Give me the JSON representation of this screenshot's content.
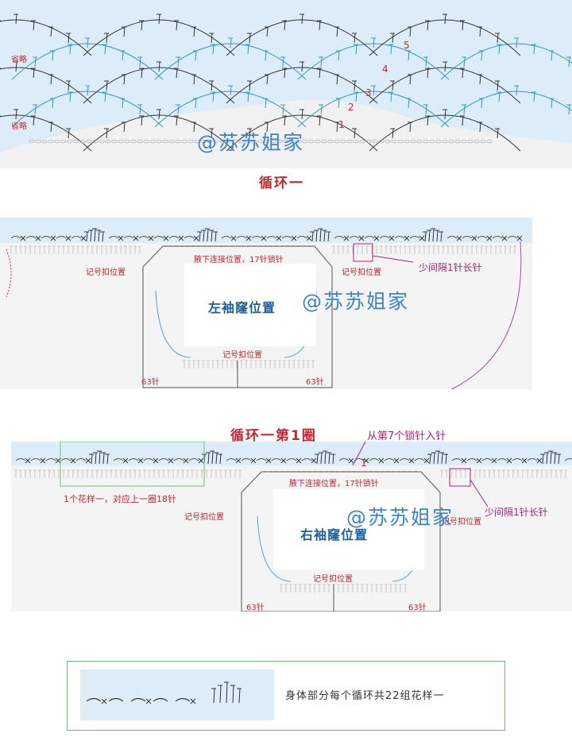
{
  "top_chart": {
    "omit_label_1": "省略",
    "omit_label_2": "省略",
    "row_numbers": [
      "1",
      "2",
      "3",
      "4",
      "5"
    ],
    "watermark": "@苏苏姐家"
  },
  "section1": {
    "title": "循环一",
    "underarm_label": "腋下连接位置，17针锁针",
    "marker_left": "记号扣位置",
    "marker_right": "记号扣位置",
    "marker_bottom": "记号扣位置",
    "annotation": "少间隔1针长针",
    "armhole_label": "左袖窿位置",
    "stitch_left": "63针",
    "stitch_right": "63针",
    "watermark": "@苏苏姐家"
  },
  "section2": {
    "title": "循环一第1圈",
    "start_note": "从第7个锁针入针",
    "row_number": "1",
    "pattern_note": "1个花样一，对应上一圈18针",
    "underarm_label": "腋下连接位置，17针锁针",
    "marker_left": "记号扣位置",
    "marker_right": "记号扣位置",
    "marker_bottom": "记号扣位置",
    "annotation": "少间隔1针长针",
    "armhole_label": "右袖窿位置",
    "stitch_left": "63针",
    "stitch_right": "63针",
    "watermark": "@苏苏姐家"
  },
  "legend": {
    "text": "身体部分每个循环共22组花样一"
  },
  "colors": {
    "accent_red": "#c0282e",
    "accent_magenta": "#a8247a",
    "band_blue": "#d9ecf9",
    "stitch_teal": "#2b9bc4",
    "box_green": "#6cbf6c"
  }
}
